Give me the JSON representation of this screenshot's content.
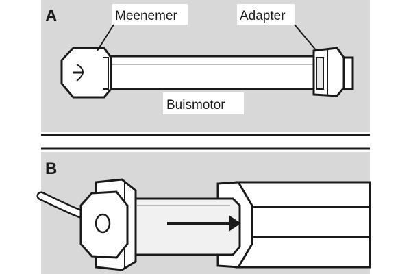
{
  "panel_a": {
    "letter": "A",
    "labels": {
      "driver": "Meenemer",
      "adapter": "Adapter",
      "motor": "Buismotor"
    }
  },
  "panel_b": {
    "letter": "B"
  },
  "colors": {
    "panel_background": "#d8d8d8",
    "outline": "#1a1a1a",
    "part_fill": "#ffffff",
    "separator": "#1a1a1a"
  }
}
